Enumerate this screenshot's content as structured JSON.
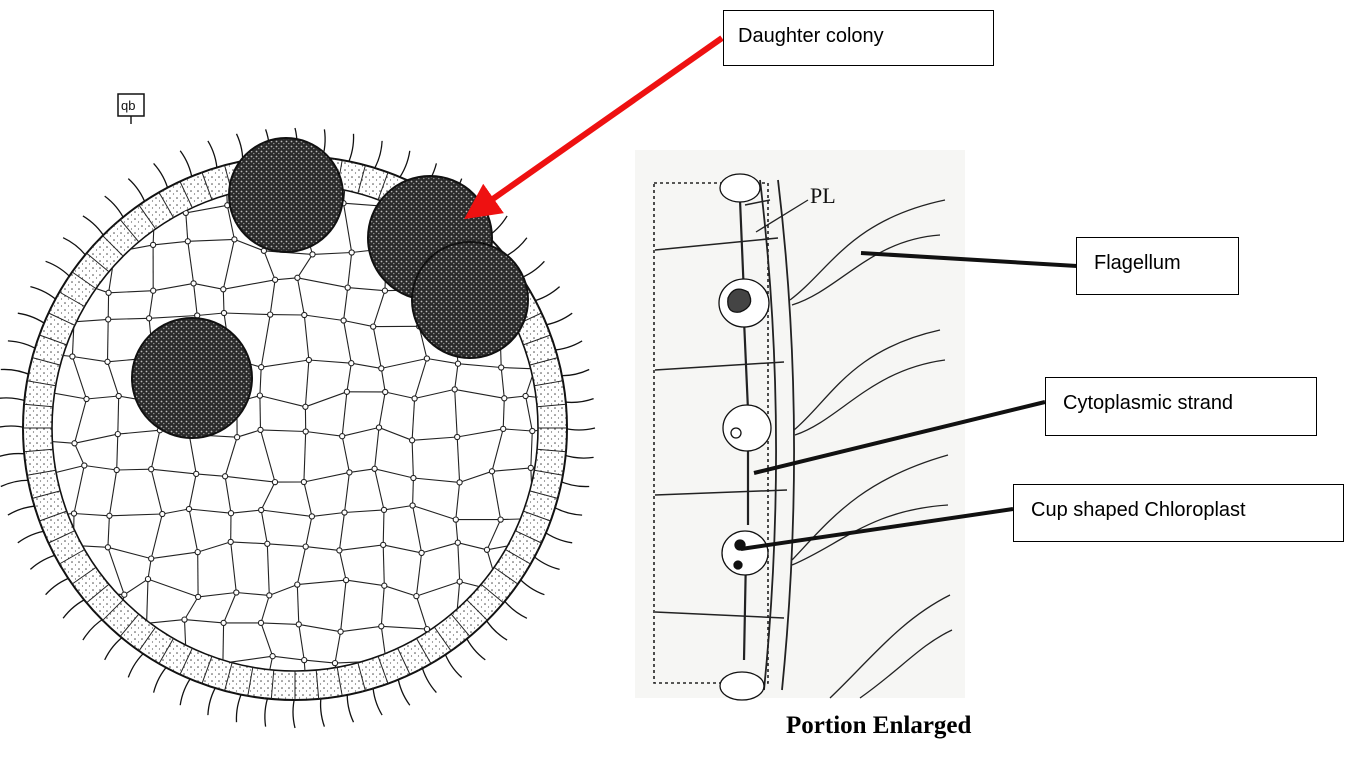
{
  "labels": {
    "daughter_colony": "Daughter colony",
    "flagellum": "Flagellum",
    "cytoplasmic_strand": "Cytoplasmic strand",
    "chloroplast": "Cup shaped Chloroplast",
    "pl": "PL",
    "emblem": "qb"
  },
  "caption": "Portion Enlarged",
  "colors": {
    "pointer_arrow": "#ee1111",
    "leader_line": "#000000",
    "ink": "#111111"
  }
}
